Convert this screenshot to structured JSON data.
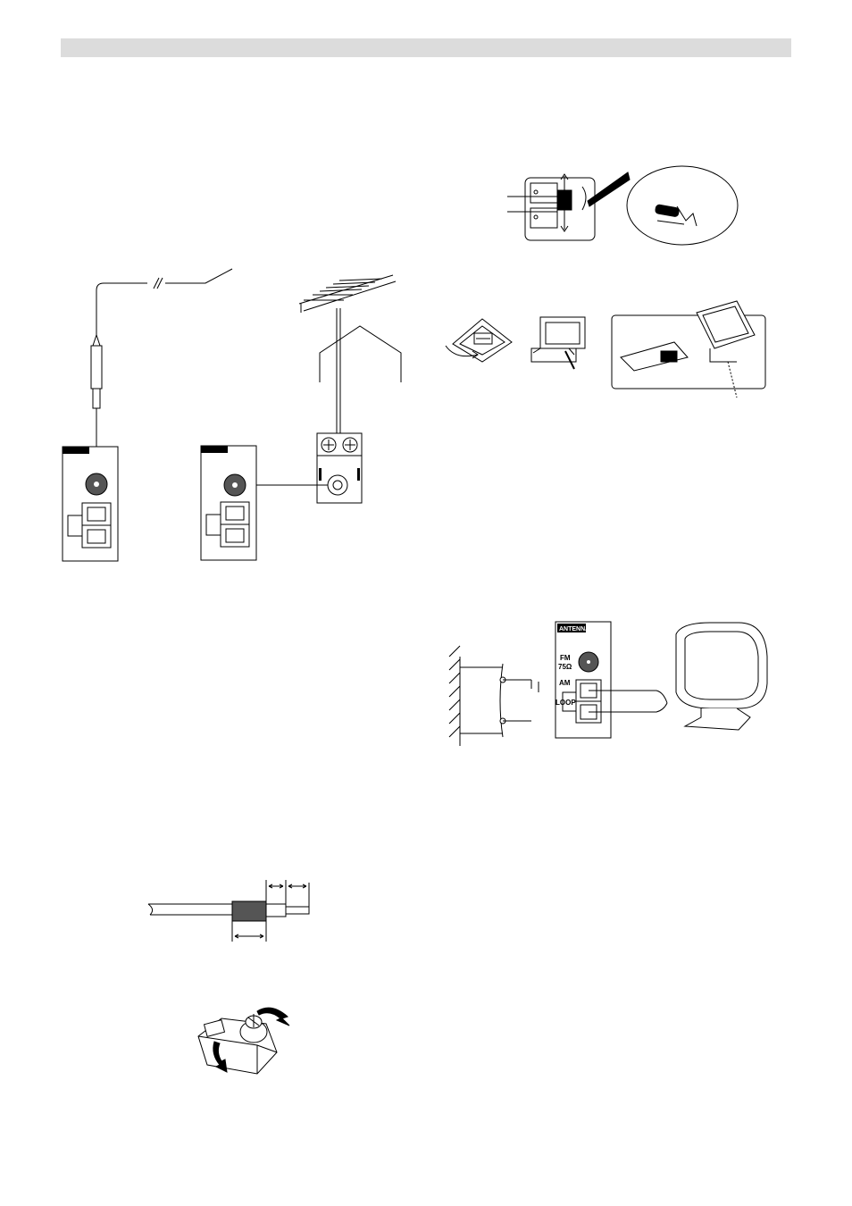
{
  "antenna_panel": {
    "header_label": "ANTENNA",
    "fm_label": "FM",
    "fm_impedance": "75Ω",
    "am_label": "AM",
    "loop_label": "LOOP"
  },
  "icons": {
    "fm_wire_antenna": "fm-wire-antenna-icon",
    "outdoor_antenna": "outdoor-fm-antenna-icon",
    "am_loop_antenna": "am-loop-antenna-icon",
    "coax_cable": "coax-cable-strip-icon",
    "connector": "coax-connector-icon"
  }
}
